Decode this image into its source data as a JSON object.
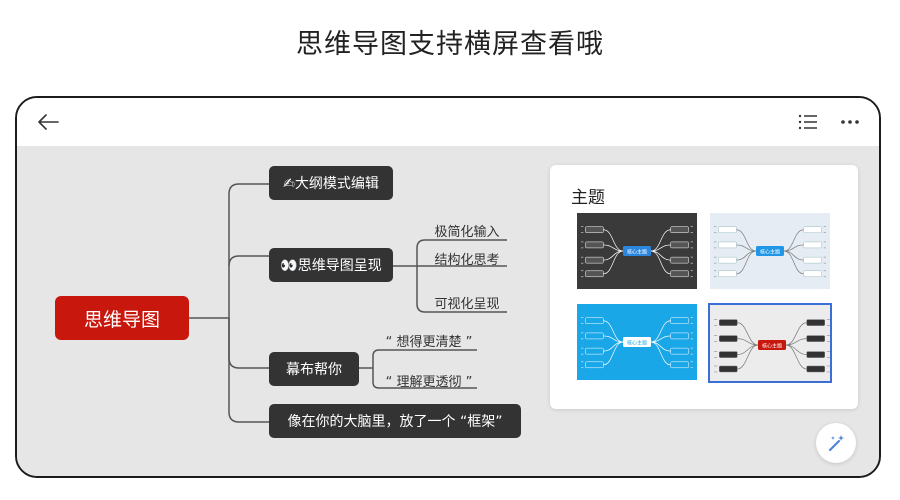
{
  "headline": "思维导图支持横屏查看哦",
  "toolbar": {
    "back_icon": "back-arrow-icon",
    "outline_icon": "outline-list-icon",
    "more_icon": "more-dots-icon"
  },
  "mindmap": {
    "root": "思维导图",
    "branches": [
      {
        "label": "✍大纲模式编辑",
        "children": []
      },
      {
        "label": "👀思维导图呈现",
        "children": [
          "极简化输入",
          "结构化思考",
          "可视化呈现"
        ]
      },
      {
        "label": "幕布帮你",
        "children": [
          "“ 想得更清楚 ”",
          "“ 理解更透彻 ”"
        ]
      },
      {
        "label": "像在你的大脑里，放了一个 “框架”",
        "children": []
      }
    ]
  },
  "theme_panel": {
    "title": "主题",
    "themes": [
      {
        "name": "dark",
        "bg": "#3a3a3a",
        "center_label": "核心主题",
        "center_color": "#2b86e0",
        "selected": false
      },
      {
        "name": "light-blue",
        "bg": "#e6ecf4",
        "center_label": "核心主题",
        "center_color": "#1f97e6",
        "selected": false
      },
      {
        "name": "cyan",
        "bg": "#1aa7e8",
        "center_label": "核心主题",
        "center_color": "#ffffff",
        "selected": false
      },
      {
        "name": "classic",
        "bg": "#ececec",
        "center_label": "核心主题",
        "center_color": "#c8170d",
        "selected": true
      }
    ]
  },
  "colors": {
    "accent": "#c8170d",
    "node_dark": "#333333",
    "selected_border": "#3b6fd6"
  },
  "fab_icon": "magic-wand-icon"
}
